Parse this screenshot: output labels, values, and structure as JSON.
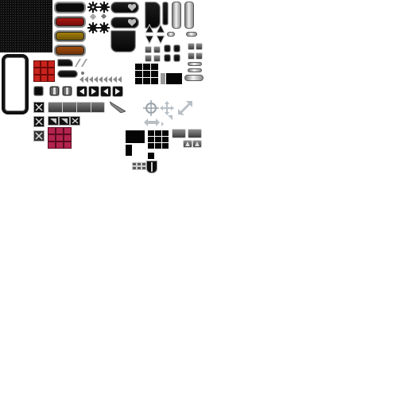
{
  "atlas": {
    "background": "#ffffff",
    "sprites": {
      "noise_panel_color": "#0d0d0d",
      "bars": [
        {
          "name": "black",
          "color": "#0b0b0b"
        },
        {
          "name": "red",
          "color": "#8e1410"
        },
        {
          "name": "olive",
          "color": "#8a6c08"
        },
        {
          "name": "orange",
          "color": "#8a3d0a"
        }
      ],
      "grid_red_color": "#c8231c",
      "grid_wine_color": "#b3234e",
      "icon_grey": "#9aa3ab"
    }
  }
}
